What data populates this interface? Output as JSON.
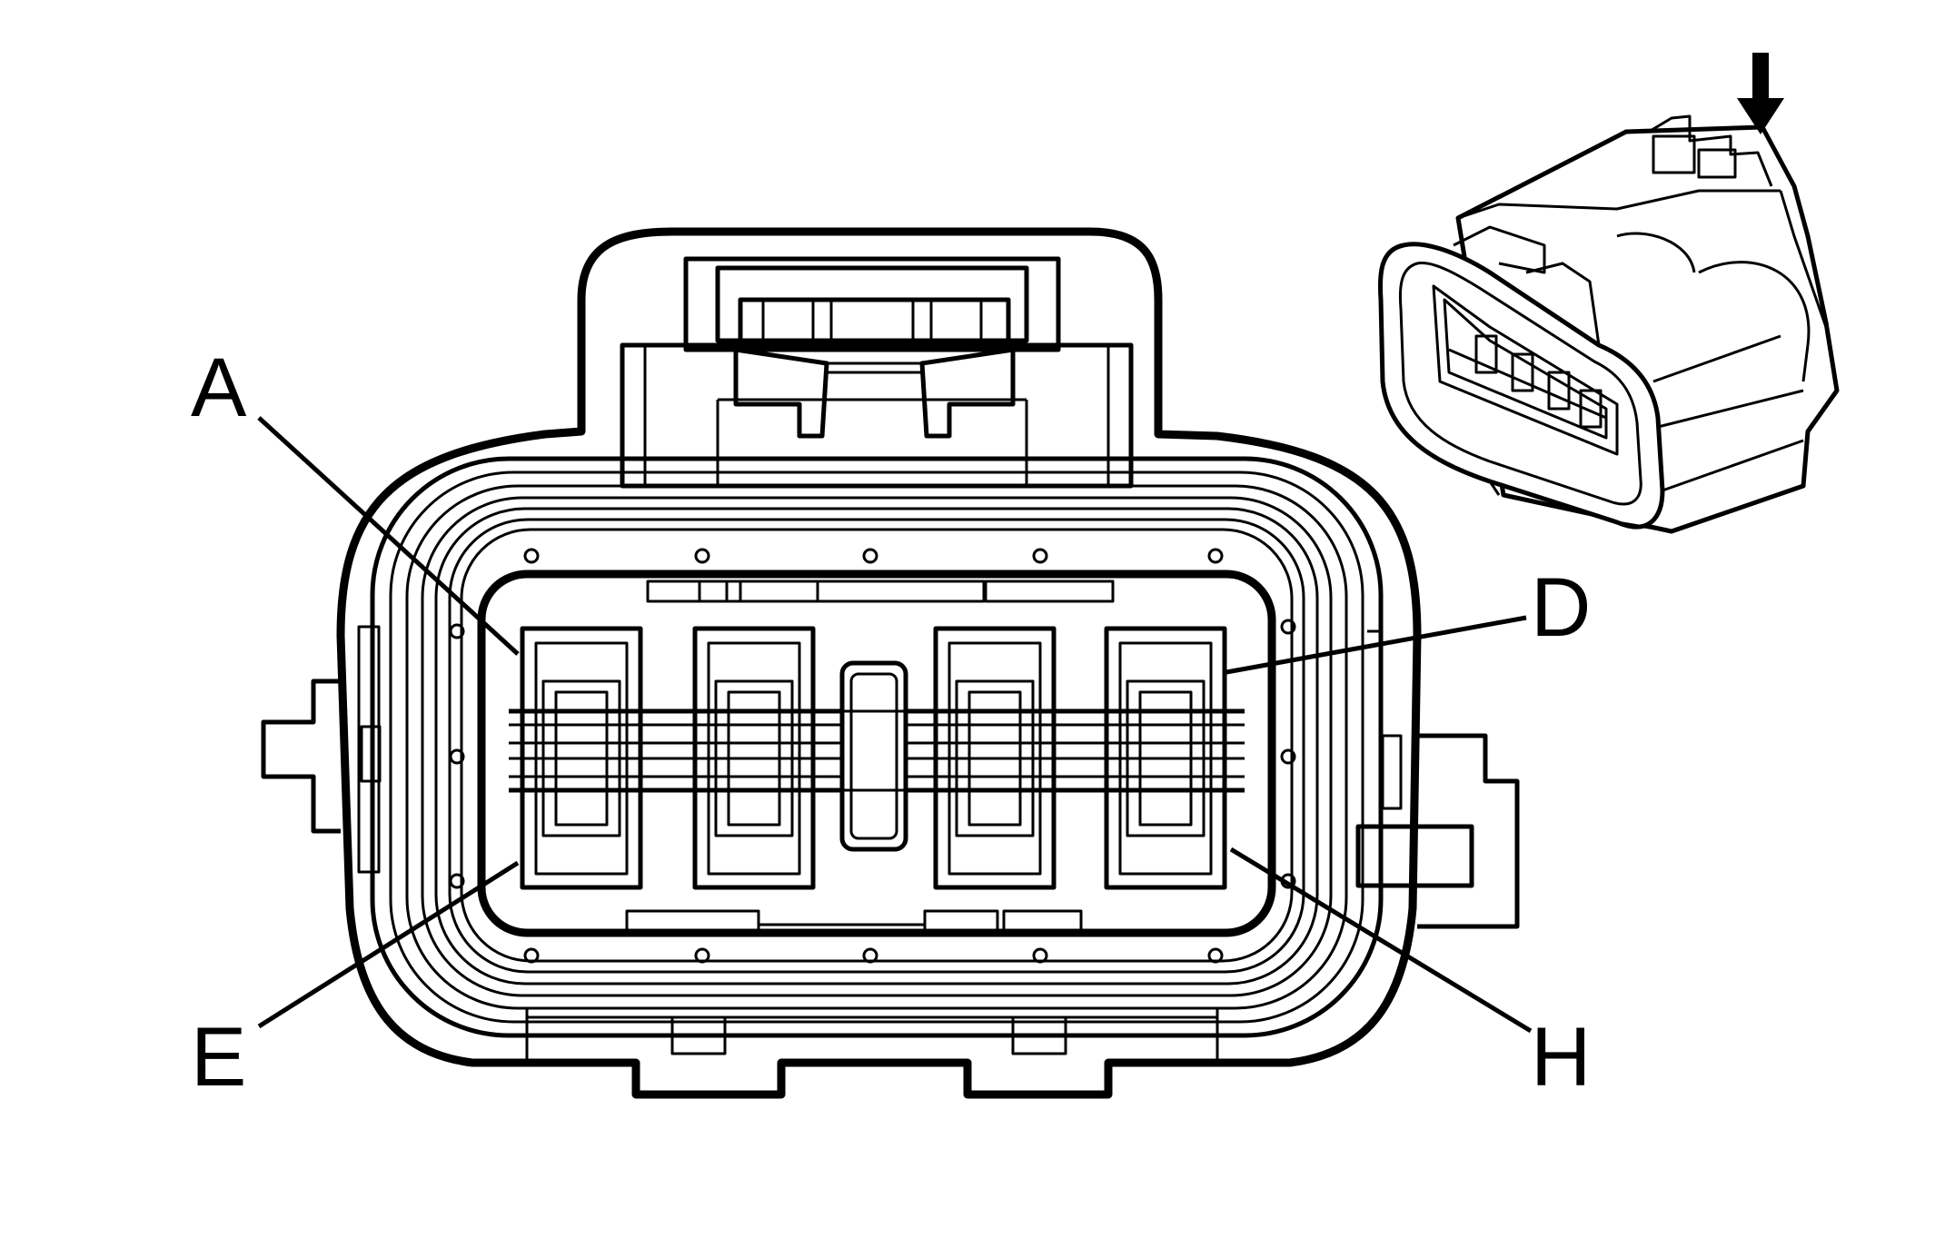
{
  "labels": {
    "pin_a": "A",
    "pin_d": "D",
    "pin_e": "E",
    "pin_h": "H"
  },
  "colors": {
    "line": "#000000",
    "background": "#ffffff"
  },
  "icons": {
    "view_direction": "down-arrow-icon"
  }
}
